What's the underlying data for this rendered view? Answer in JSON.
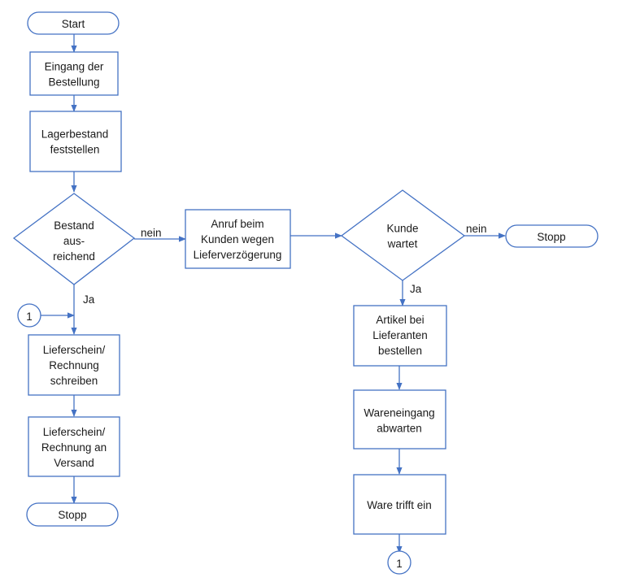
{
  "colors": {
    "line": "#4472c4",
    "fill": "#ffffff",
    "text": "#1a1a1a"
  },
  "nodes": {
    "start": {
      "lines": [
        "Start"
      ]
    },
    "eingang": {
      "lines": [
        "Eingang der",
        "Bestellung"
      ]
    },
    "lagerbestand": {
      "lines": [
        "Lagerbestand",
        "feststellen"
      ]
    },
    "bestand": {
      "lines": [
        "Bestand",
        "aus-",
        "reichend"
      ]
    },
    "anruf": {
      "lines": [
        "Anruf beim",
        "Kunden wegen",
        "Lieferverzögerung"
      ]
    },
    "kunde": {
      "lines": [
        "Kunde",
        "wartet"
      ]
    },
    "stopp_right": {
      "lines": [
        "Stopp"
      ]
    },
    "connector_left": {
      "lines": [
        "1"
      ]
    },
    "lieferschein": {
      "lines": [
        "Lieferschein/",
        "Rechnung",
        "schreiben"
      ]
    },
    "versand": {
      "lines": [
        "Lieferschein/",
        "Rechnung an",
        "Versand"
      ]
    },
    "stopp_left": {
      "lines": [
        "Stopp"
      ]
    },
    "artikel": {
      "lines": [
        "Artikel bei",
        "Lieferanten",
        "bestellen"
      ]
    },
    "wareneingang": {
      "lines": [
        "Wareneingang",
        "abwarten"
      ]
    },
    "ware": {
      "lines": [
        "Ware trifft ein"
      ]
    },
    "connector_bottom": {
      "lines": [
        "1"
      ]
    }
  },
  "edge_labels": {
    "bestand_nein": "nein",
    "bestand_ja": "Ja",
    "kunde_nein": "nein",
    "kunde_ja": "Ja"
  }
}
